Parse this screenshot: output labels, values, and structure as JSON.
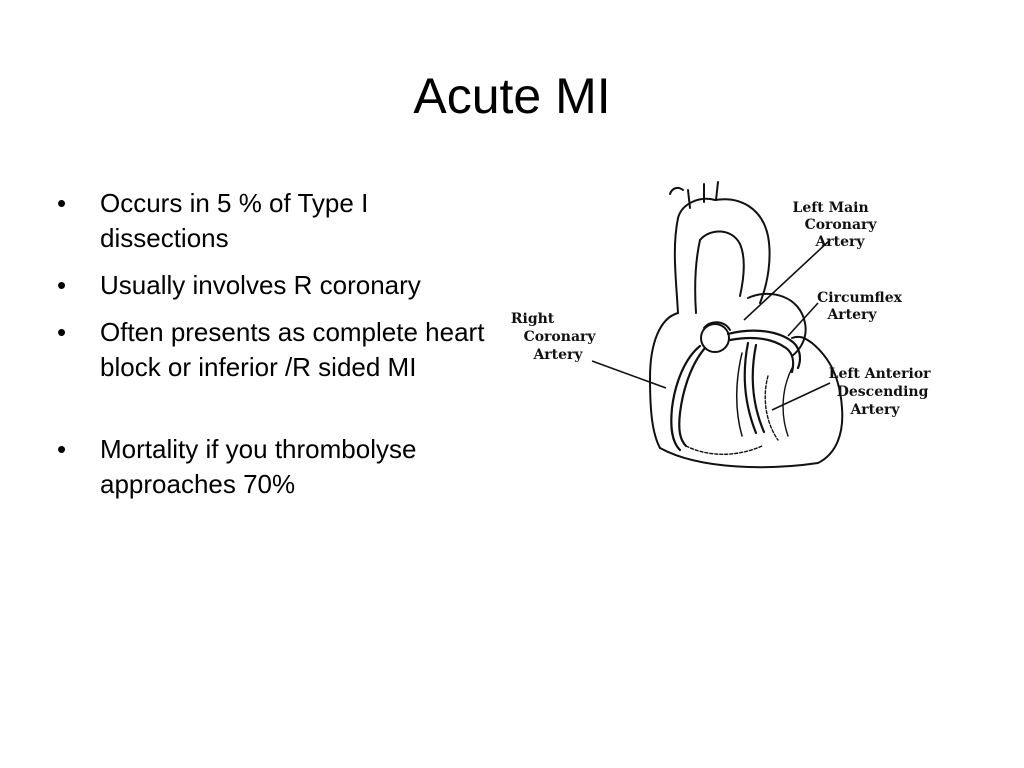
{
  "slide": {
    "title": "Acute MI",
    "bullets": [
      "Occurs in 5 % of Type I dissections",
      "Usually involves R coronary",
      "Often presents as complete heart block or inferior /R sided MI",
      "Mortality if you thrombolyse approaches 70%"
    ],
    "bullet_glyph": "•"
  },
  "figure": {
    "labels": {
      "left_main": [
        "Left Main",
        "Coronary",
        "Artery"
      ],
      "circumflex": [
        "Circumflex",
        "Artery"
      ],
      "right_coronary": [
        "Right",
        "Coronary",
        "Artery"
      ],
      "lad": [
        "Left Anterior",
        "Descending",
        "Artery"
      ]
    }
  }
}
